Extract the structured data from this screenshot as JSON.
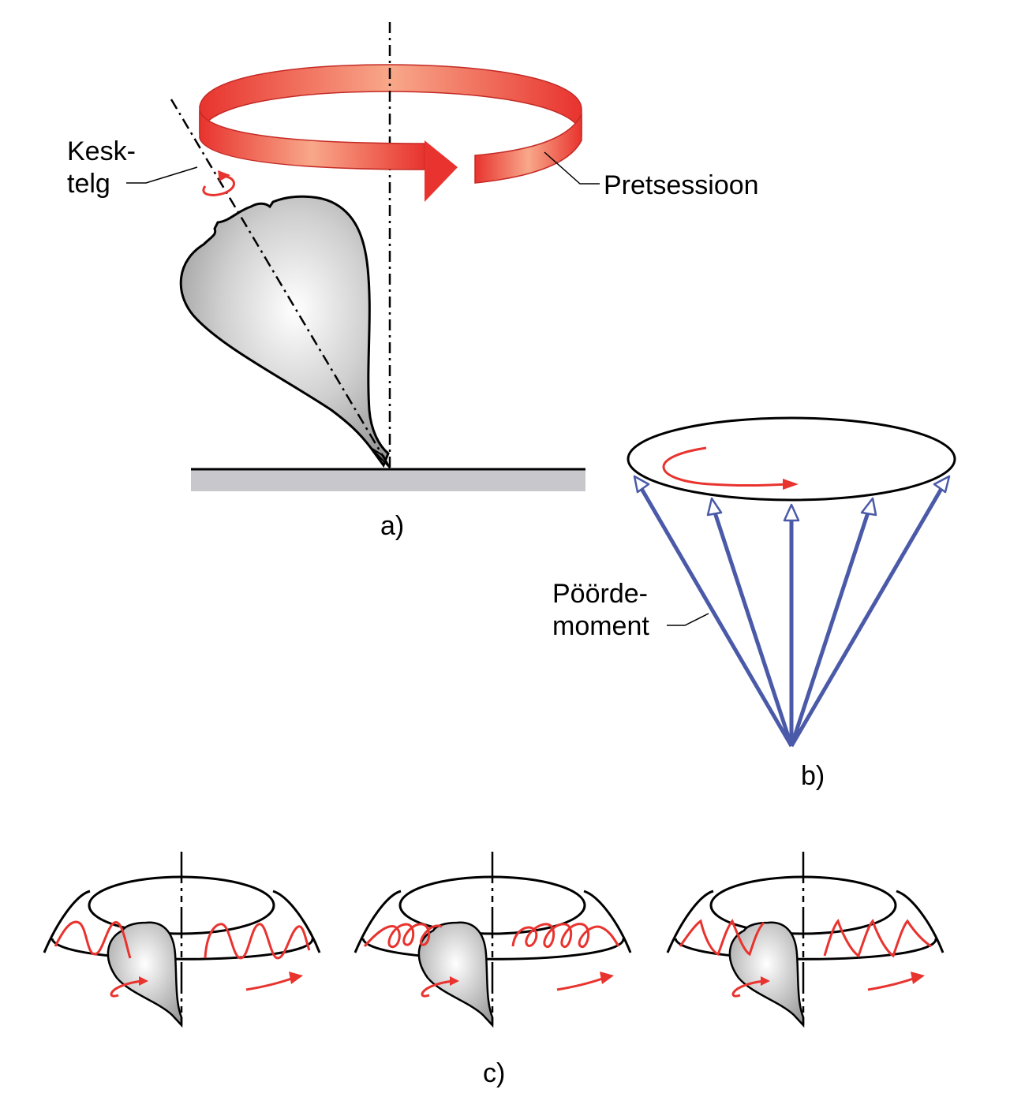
{
  "labels": {
    "axis_name_line1": "Kesk-",
    "axis_name_line2": "telg",
    "precession": "Pretsessioon",
    "torque_line1": "Pöörde-",
    "torque_line2": "moment",
    "panel_a": "a)",
    "panel_b": "b)",
    "panel_c": "c)"
  },
  "colors": {
    "precession_arrow": "#e8332e",
    "precession_highlight": "#f8a88a",
    "torque_arrows": "#4a5aa8",
    "motion_curves": "#e8332e",
    "top_body": "#b8b8b8",
    "ground": "#c8c8cc",
    "outline": "#000000"
  }
}
